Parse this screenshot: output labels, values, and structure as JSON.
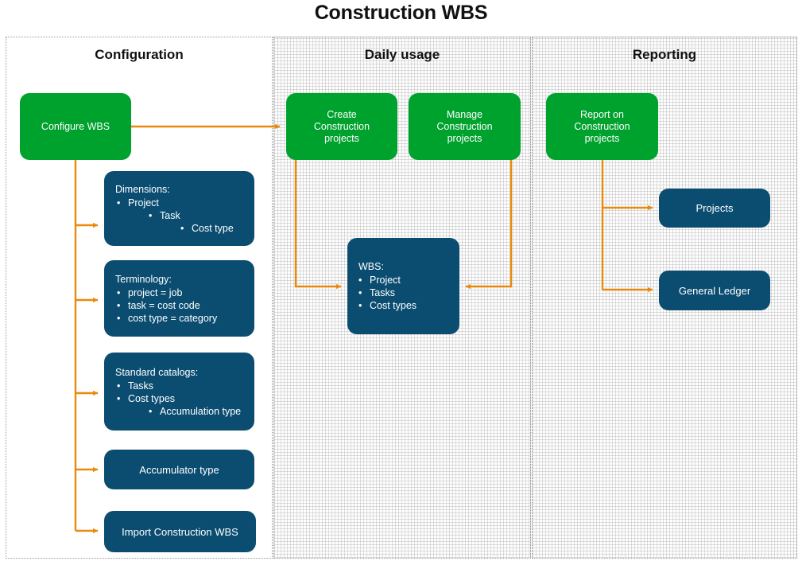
{
  "title": "Construction WBS",
  "accent_colors": {
    "green": "#00A22E",
    "dark_blue": "#0B4D71",
    "arrow_orange": "#E98A0C",
    "panel_border": "#9A9A9A",
    "text_dark": "#111111"
  },
  "panels": [
    {
      "id": "configuration",
      "title": "Configuration"
    },
    {
      "id": "daily_usage",
      "title": "Daily usage"
    },
    {
      "id": "reporting",
      "title": "Reporting"
    }
  ],
  "nodes": {
    "configure_wbs": {
      "label": "Configure WBS",
      "color": "green"
    },
    "dimensions": {
      "color": "blue",
      "heading": "Dimensions:",
      "items": [
        {
          "level": 1,
          "text": "Project"
        },
        {
          "level": 2,
          "text": "Task"
        },
        {
          "level": 3,
          "text": "Cost type"
        }
      ]
    },
    "terminology": {
      "color": "blue",
      "heading": "Terminology:",
      "items": [
        {
          "level": 1,
          "text": "project = job"
        },
        {
          "level": 1,
          "text": "task = cost code"
        },
        {
          "level": 1,
          "text": "cost type = category"
        }
      ]
    },
    "standard_catalogs": {
      "color": "blue",
      "heading": "Standard catalogs:",
      "items": [
        {
          "level": 1,
          "text": "Tasks"
        },
        {
          "level": 1,
          "text": "Cost types"
        },
        {
          "level": 2,
          "text": "Accumulation type"
        }
      ]
    },
    "accumulator_type": {
      "label": "Accumulator type",
      "color": "blue"
    },
    "import_construction_wbs": {
      "label": "Import Construction WBS",
      "color": "blue"
    },
    "create_construction_projects": {
      "label": "Create\nConstruction\nprojects",
      "color": "green"
    },
    "manage_construction_projects": {
      "label": "Manage\nConstruction\nprojects",
      "color": "green"
    },
    "wbs": {
      "color": "blue",
      "heading": "WBS:",
      "items": [
        {
          "level": 1,
          "text": "Project"
        },
        {
          "level": 1,
          "text": "Tasks"
        },
        {
          "level": 1,
          "text": "Cost types"
        }
      ]
    },
    "report_on_construction_projects": {
      "label": "Report on\nConstruction\nprojects",
      "color": "green"
    },
    "projects": {
      "label": "Projects",
      "color": "blue"
    },
    "general_ledger": {
      "label": "General Ledger",
      "color": "blue"
    }
  }
}
